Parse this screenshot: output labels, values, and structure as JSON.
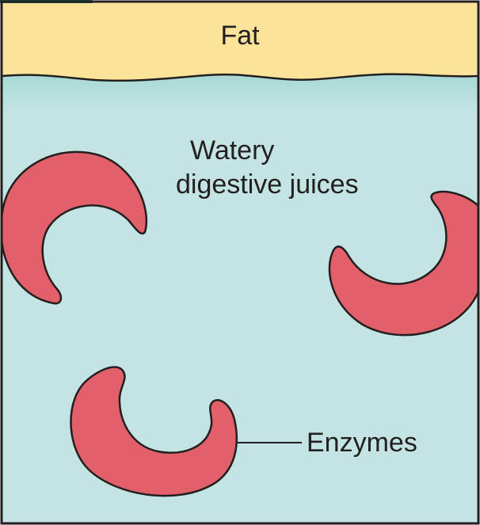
{
  "labels": {
    "fat": "Fat",
    "juices_line1": "Watery",
    "juices_line2": "digestive juices",
    "enzymes": "Enzymes"
  },
  "colors": {
    "fat_layer": "#fbe49a",
    "water_top": "#8fcfcb",
    "water_body": "#c3e4e2",
    "enzyme_fill": "#e2606a",
    "outline": "#231f20",
    "corner_tab": "#0e6b5a"
  },
  "icons": {
    "enzyme": "crescent-enzyme-icon"
  }
}
